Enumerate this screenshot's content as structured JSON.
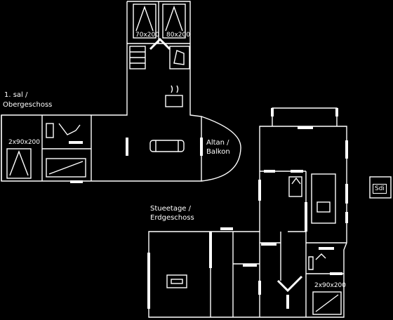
{
  "floors": {
    "upper": {
      "name_line1": "1. sal /",
      "name_line2": "Obergeschoss"
    },
    "ground": {
      "name_line1": "Stueetage /",
      "name_line2": "Erdgeschoss"
    }
  },
  "rooms": {
    "balcony": {
      "line1": "Altan /",
      "line2": "Balkon"
    }
  },
  "bed_sizes": {
    "upper_left_double": "2x90x200",
    "upper_top_bed_a": "70x200",
    "upper_top_bed_b": "80x200",
    "ground_bedroom": "2x90x200"
  },
  "badge": "Sdi",
  "colors": {
    "background": "#000000",
    "lines": "#ffffff"
  }
}
